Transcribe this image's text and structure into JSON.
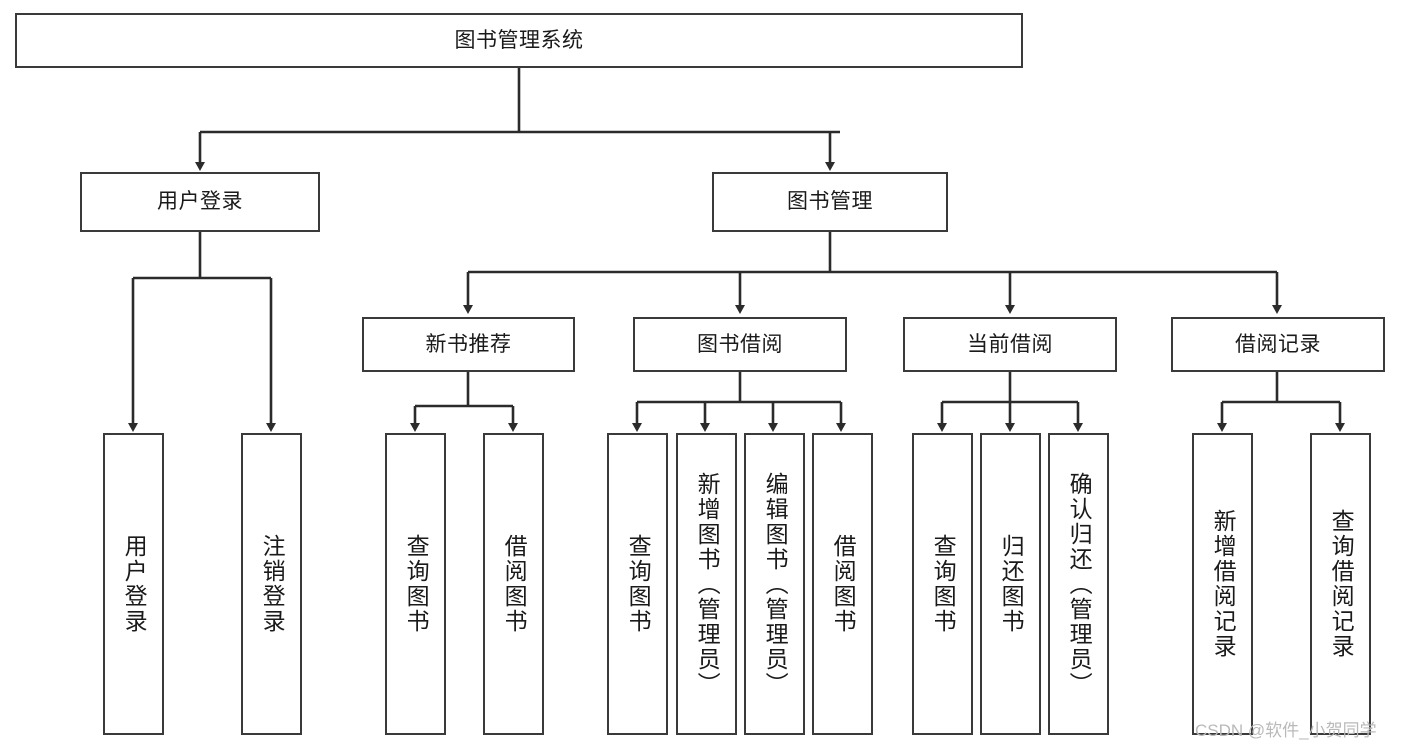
{
  "diagram": {
    "title": "图书管理系统",
    "type": "tree-hierarchy",
    "watermark": "CSDN @软件_小贺同学",
    "colors": {
      "box_border": "#3a3a3a",
      "box_fill": "#ffffff",
      "edge": "#2b2b2b",
      "text": "#1a1a1a",
      "watermark": "#b9b9b9",
      "background": "#ffffff"
    },
    "nodes": {
      "root": {
        "label": "图书管理系统"
      },
      "level1": [
        {
          "id": "user-login",
          "label": "用户登录"
        },
        {
          "id": "book-management",
          "label": "图书管理"
        }
      ],
      "level2": [
        {
          "id": "new-book-recommend",
          "label": "新书推荐"
        },
        {
          "id": "book-borrow",
          "label": "图书借阅"
        },
        {
          "id": "current-borrow",
          "label": "当前借阅"
        },
        {
          "id": "borrow-record",
          "label": "借阅记录"
        }
      ],
      "leaves": {
        "user-login": [
          {
            "id": "leaf-user-login",
            "label": "用户登录"
          },
          {
            "id": "leaf-logout-login",
            "label": "注销登录"
          }
        ],
        "new-book-recommend": [
          {
            "id": "leaf-query-book-1",
            "label": "查询图书"
          },
          {
            "id": "leaf-borrow-book-1",
            "label": "借阅图书"
          }
        ],
        "book-borrow": [
          {
            "id": "leaf-query-book-2",
            "label": "查询图书"
          },
          {
            "id": "leaf-add-book",
            "label": "新增图书（管理员）"
          },
          {
            "id": "leaf-edit-book",
            "label": "编辑图书（管理员）"
          },
          {
            "id": "leaf-borrow-book-2",
            "label": "借阅图书"
          }
        ],
        "current-borrow": [
          {
            "id": "leaf-query-book-3",
            "label": "查询图书"
          },
          {
            "id": "leaf-return-book",
            "label": "归还图书"
          },
          {
            "id": "leaf-confirm-return",
            "label": "确认归还（管理员）"
          }
        ],
        "borrow-record": [
          {
            "id": "leaf-add-record",
            "label": "新增借阅记录"
          },
          {
            "id": "leaf-query-record",
            "label": "查询借阅记录"
          }
        ]
      }
    }
  }
}
